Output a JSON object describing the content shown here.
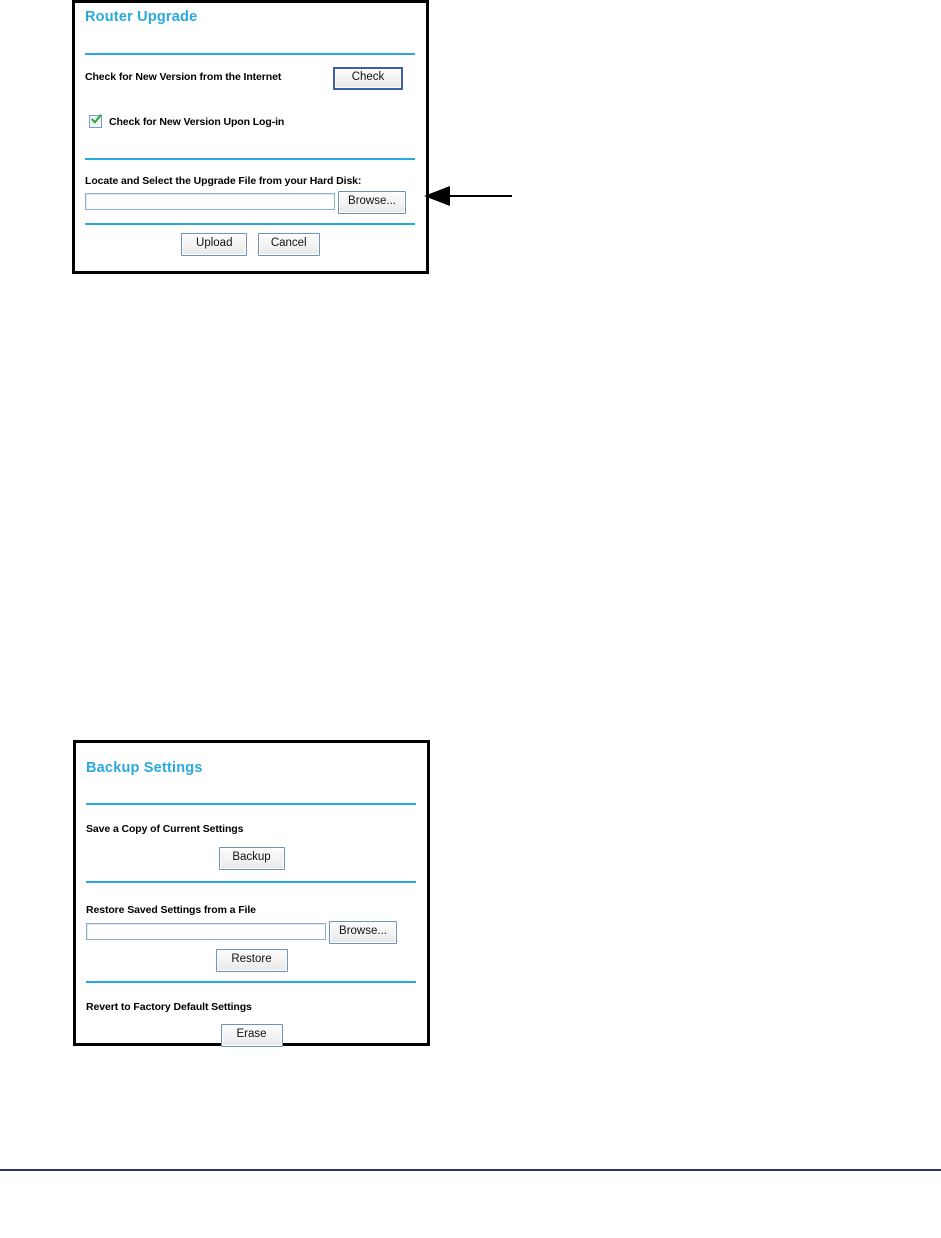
{
  "page": {
    "background": "#ffffff",
    "accent_blue": "#29a9e0",
    "footer_rule_color": "#2b2f78",
    "button_border_color": "#6f93b8",
    "primary_button_border_color": "#3b5fa8"
  },
  "router_upgrade_panel": {
    "title": "Router Upgrade",
    "check_version_label": "Check for New Version from the Internet",
    "check_button_label": "Check",
    "check_on_login": {
      "label": "Check for New Version Upon Log-in",
      "checked": true,
      "check_color": "#2e9e34"
    },
    "locate_file_label": "Locate and Select the Upgrade File from your Hard Disk:",
    "file_input_value": "",
    "file_input_placeholder": "",
    "browse_button_label": "Browse...",
    "upload_button_label": "Upload",
    "cancel_button_label": "Cancel"
  },
  "callout": {
    "target": "browse-button",
    "direction": "left",
    "color": "#000000"
  },
  "backup_settings_panel": {
    "title": "Backup Settings",
    "save_copy_label": "Save a Copy of Current Settings",
    "backup_button_label": "Backup",
    "restore_label": "Restore Saved Settings from a File",
    "restore_input_value": "",
    "restore_input_placeholder": "",
    "restore_browse_button_label": "Browse...",
    "restore_button_label": "Restore",
    "revert_label": "Revert to Factory Default Settings",
    "erase_button_label": "Erase"
  }
}
